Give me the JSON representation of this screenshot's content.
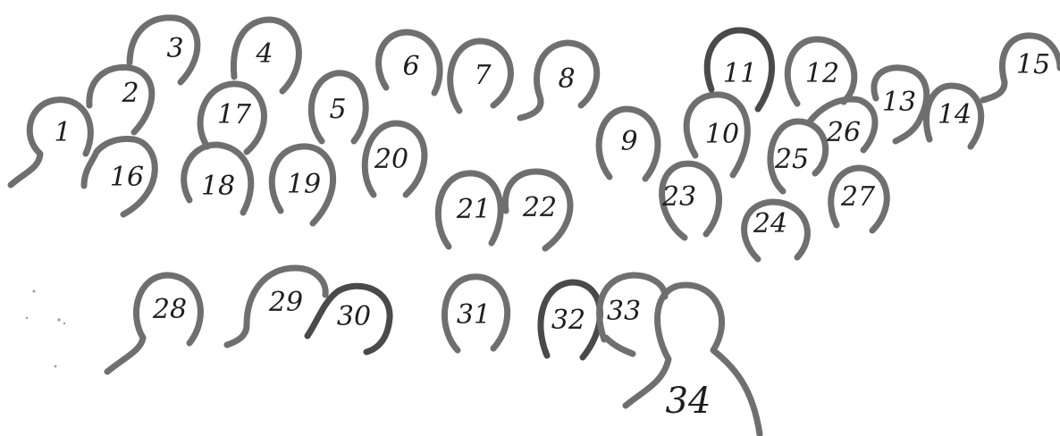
{
  "figures": [
    {
      "id": "1",
      "label": "1"
    },
    {
      "id": "2",
      "label": "2"
    },
    {
      "id": "3",
      "label": "3"
    },
    {
      "id": "4",
      "label": "4"
    },
    {
      "id": "5",
      "label": "5"
    },
    {
      "id": "6",
      "label": "6"
    },
    {
      "id": "7",
      "label": "7"
    },
    {
      "id": "8",
      "label": "8"
    },
    {
      "id": "9",
      "label": "9"
    },
    {
      "id": "10",
      "label": "10"
    },
    {
      "id": "11",
      "label": "11"
    },
    {
      "id": "12",
      "label": "12"
    },
    {
      "id": "13",
      "label": "13"
    },
    {
      "id": "14",
      "label": "14"
    },
    {
      "id": "15",
      "label": "15"
    },
    {
      "id": "16",
      "label": "16"
    },
    {
      "id": "17",
      "label": "17"
    },
    {
      "id": "18",
      "label": "18"
    },
    {
      "id": "19",
      "label": "19"
    },
    {
      "id": "20",
      "label": "20"
    },
    {
      "id": "21",
      "label": "21"
    },
    {
      "id": "22",
      "label": "22"
    },
    {
      "id": "23",
      "label": "23"
    },
    {
      "id": "24",
      "label": "24"
    },
    {
      "id": "25",
      "label": "25"
    },
    {
      "id": "26",
      "label": "26"
    },
    {
      "id": "27",
      "label": "27"
    },
    {
      "id": "28",
      "label": "28"
    },
    {
      "id": "29",
      "label": "29"
    },
    {
      "id": "30",
      "label": "30"
    },
    {
      "id": "31",
      "label": "31"
    },
    {
      "id": "32",
      "label": "32"
    },
    {
      "id": "33",
      "label": "33"
    },
    {
      "id": "34",
      "label": "34"
    }
  ],
  "colors": {
    "outline": "#6f6f6f",
    "outline_dark": "#4a4a4a",
    "label": "#1e1e1e",
    "background": "#ffffff"
  }
}
